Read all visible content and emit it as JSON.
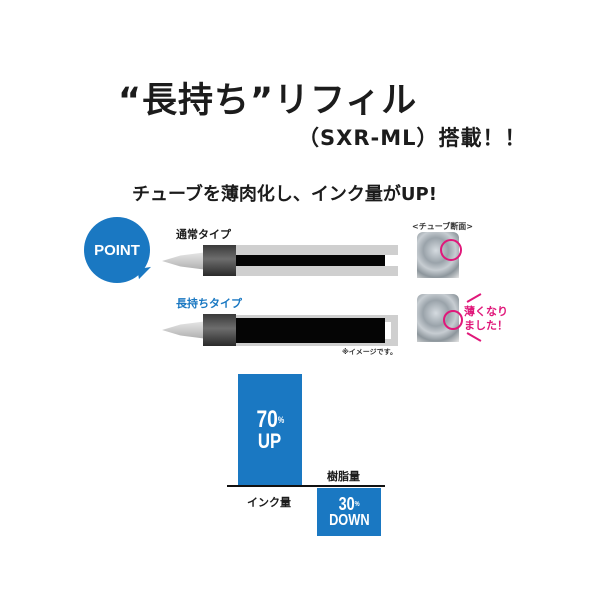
{
  "heading": {
    "title": "“長持ち”リフィル",
    "subtitle": "（SXR-ML）搭載！！",
    "headline": "チューブを薄肉化し、インク量がUP!"
  },
  "badge": {
    "label": "POINT"
  },
  "pens": [
    {
      "label": "通常タイプ",
      "label_color": "#1c1c1c",
      "variant": "standard"
    },
    {
      "label": "長持ちタイプ",
      "label_color": "#1a78c2",
      "variant": "long-lasting"
    }
  ],
  "cross_section": {
    "label": "<チューブ断面>",
    "note_line1": "薄くなり",
    "note_line2": "ました！",
    "note_color": "#e0187a"
  },
  "disclaimer": "※イメージです。",
  "colors": {
    "accent_blue": "#1a78c2",
    "highlight_pink": "#e0187a",
    "ink": "#050505",
    "tube": "#cfcfcf"
  },
  "comparison": {
    "ink": {
      "label": "インク量",
      "value": "70",
      "unit": "%",
      "direction": "UP"
    },
    "resin": {
      "label": "樹脂量",
      "value": "30",
      "unit": "%",
      "direction": "DOWN"
    }
  },
  "chart_data": {
    "type": "bar",
    "title": "",
    "categories": [
      "インク量",
      "樹脂量"
    ],
    "values": [
      70,
      -30
    ],
    "annotations": [
      "70% UP",
      "30% DOWN"
    ],
    "xlabel": "",
    "ylabel": "",
    "grid": false
  }
}
